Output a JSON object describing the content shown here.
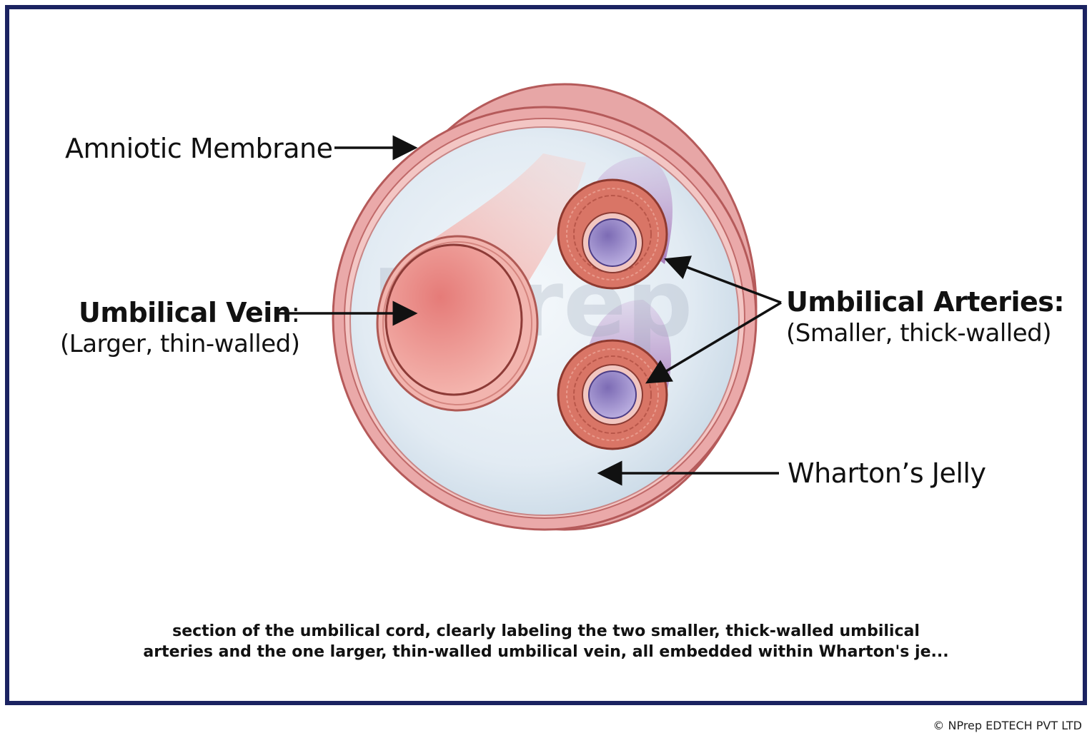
{
  "labels": {
    "amniotic_membrane": "Amniotic Membrane",
    "umbilical_vein_title": "Umbilical Vein",
    "umbilical_vein_colon": ":",
    "umbilical_vein_sub": "(Larger, thin-walled)",
    "umbilical_arteries_title": "Umbilical Arteries:",
    "umbilical_arteries_sub": "(Smaller, thick-walled)",
    "whartons_jelly": "Wharton’s Jelly"
  },
  "caption_line1": "section of the umbilical cord, clearly labeling the two smaller, thick-walled umbilical",
  "caption_line2": "arteries and the one larger, thin-walled umbilical vein, all embedded within Wharton's je...",
  "watermark": "NPrep",
  "copyright": "© NPrep EDTECH PVT LTD",
  "colors": {
    "frame": "#1b2361",
    "membrane": "#e7a3a3",
    "membrane_edge": "#b55858",
    "jelly": "#e3edf5",
    "vein_wall": "#f2b4ae",
    "vein_lumen": "#e78582",
    "artery_wall": "#d66f62",
    "artery_lumen": "#9e8fc9",
    "arrow": "#111111"
  }
}
